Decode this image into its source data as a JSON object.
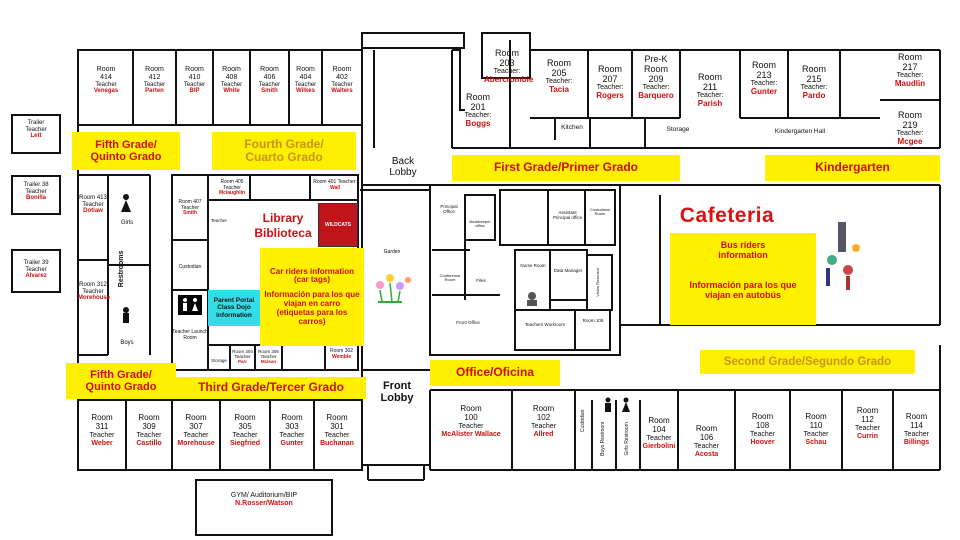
{
  "rooms_top": [
    {
      "room": "414",
      "name": "Venegas"
    },
    {
      "room": "412",
      "name": "Parten"
    },
    {
      "room": "410",
      "name": "BIP"
    },
    {
      "room": "408",
      "name": "White"
    },
    {
      "room": "406",
      "name": "Smith"
    },
    {
      "room": "404",
      "name": "Wilkes"
    },
    {
      "room": "402",
      "name": "Walters"
    }
  ],
  "rooms_top_right": [
    {
      "room": "203",
      "name": "Abercrombie"
    },
    {
      "room": "201",
      "name": "Boggs"
    },
    {
      "room": "205",
      "name": "Tacia"
    },
    {
      "room": "207",
      "name": "Rogers"
    },
    {
      "room": "209",
      "prefix": "Pre-K",
      "name": "Barquero"
    },
    {
      "room": "211",
      "name": "Parish"
    },
    {
      "room": "213",
      "name": "Gunter"
    },
    {
      "room": "215",
      "name": "Pardo"
    },
    {
      "room": "217",
      "name": "Maudlin"
    },
    {
      "room": "219",
      "name": "Mcgee"
    }
  ],
  "rooms_bottom": [
    {
      "room": "311",
      "name": "Weber"
    },
    {
      "room": "309",
      "name": "Castillo"
    },
    {
      "room": "307",
      "name": "Morehouse"
    },
    {
      "room": "305",
      "name": "Siegfried"
    },
    {
      "room": "303",
      "name": "Gunter"
    },
    {
      "room": "301",
      "name": "Buchanan"
    },
    {
      "room": "100",
      "name": "McAlister Wallace"
    },
    {
      "room": "102",
      "name": "Allred"
    },
    {
      "room": "104",
      "name": "Gierbolini"
    },
    {
      "room": "106",
      "name": "Acosta"
    },
    {
      "room": "108",
      "name": "Hoover"
    },
    {
      "room": "110",
      "name": "Schau"
    },
    {
      "room": "112",
      "name": "Currin"
    },
    {
      "room": "114",
      "name": "Billings"
    }
  ],
  "rooms_left": [
    {
      "room": "413",
      "name": "Dotlaw"
    },
    {
      "room": "312",
      "name": "Morehouse"
    }
  ],
  "trailers": [
    {
      "label": "Trailer",
      "name": "Lett"
    },
    {
      "label": "Trailer 38",
      "name": "Bonilla"
    },
    {
      "label": "Trailer 39",
      "name": "Alvarez"
    }
  ],
  "inner_rooms": [
    {
      "room": "407",
      "name": "Smith"
    },
    {
      "room": "405",
      "name": "Mclaughlin"
    },
    {
      "room": "401",
      "name": "Wall"
    },
    {
      "room": "304",
      "name": "Parr"
    },
    {
      "room": "306",
      "name": "Mclean"
    },
    {
      "room": "302",
      "name": "Wemble"
    }
  ],
  "text": {
    "teacher": "Teacher",
    "teacher_colon": "Teacher:",
    "room_word": "Room",
    "girls": "Girls",
    "boys": "Boys",
    "restrooms": "Restrooms",
    "custodian": "Custodian",
    "teacher_launch": "Teacher Launch Room",
    "teacher_small": "Teacher",
    "storage": "Storage",
    "back_lobby": "Back Lobby",
    "front_lobby": "Front Lobby",
    "garden": "Garden",
    "kitchen": "Kitchen",
    "storage_kg": "Storage",
    "kindergarten_hall": "Kindergarten Hall",
    "principal": "Principal Office",
    "bookkeeper": "Bookkeeper office",
    "asst_principal": "Assistant Principal office",
    "custodian_room": "Custodians Room",
    "conference": "Conference Room",
    "files": "Files",
    "nurse": "Nurse Room",
    "data_manager": "Data Manager",
    "vision_resource": "Vision Resource",
    "front_office": "Front Office",
    "teachers_workroom": "Teachers Workroom",
    "room_105": "Room 105",
    "custodian_bottom": "Custodian",
    "boys_restroom": "Boys Restroom",
    "girls_restroom": "Girls Restroom",
    "library": "Library",
    "biblioteca": "Biblioteca",
    "cafeteria": "Cafeteria",
    "gym": "GYM/ Auditorium/BIP",
    "gym_names": "N.Rosser/Watson",
    "poster_text": "WILDCATS"
  },
  "banners": {
    "fifth_top": "Fifth Grade/ Quinto Grado",
    "fourth": "Fourth Grade/ Cuarto Grado",
    "first": "First Grade/Primer Grado",
    "kinder": "Kindergarten",
    "car_riders": "Car riders information (car tags)",
    "car_riders_es": "Información para los que viajan en carro (etiquetas para los carros)",
    "parent_portal": "Parent Portal Class Dojo information",
    "bus_riders": "Bus riders information",
    "bus_riders_es": "Información para los que viajan en autobús",
    "second": "Second Grade/Segundo Grado",
    "fifth_bottom": "Fifth Grade/ Quinto Grado",
    "third": "Third Grade/Tercer Grado",
    "office": "Office/Oficina"
  },
  "colors": {
    "banner_bg": "#ffef00",
    "banner_text": "#cc1111",
    "banner_text_alt": "#c8941a",
    "name_red": "#cc1111",
    "cafeteria_red": "#dd1111",
    "portal_bg": "#33dde8",
    "wall": "#111111"
  }
}
